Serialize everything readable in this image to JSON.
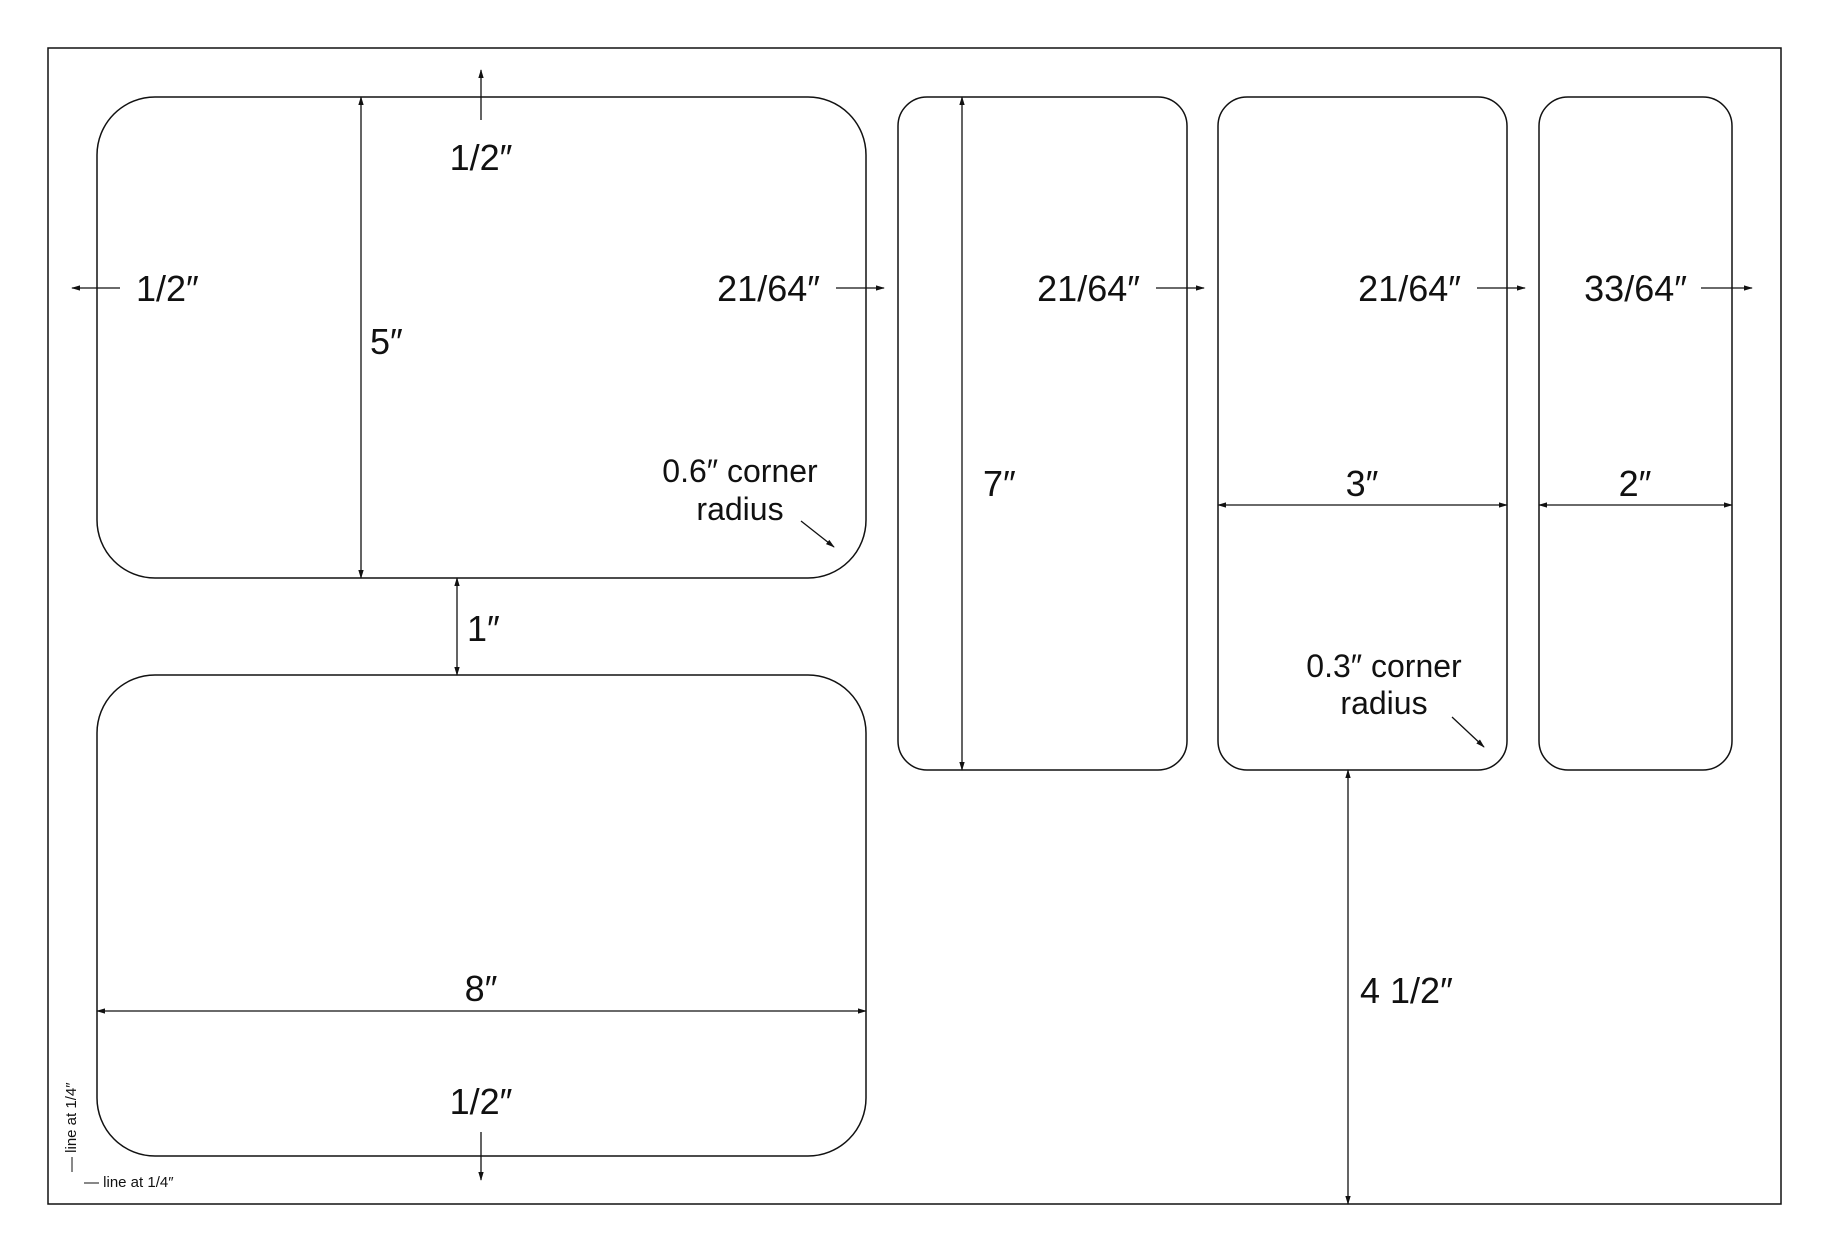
{
  "labels": {
    "top_margin": "1/2″",
    "left_margin": "1/2″",
    "gap_1": "21/64″",
    "gap_2": "21/64″",
    "gap_3": "21/64″",
    "right_margin": "33/64″",
    "label_a_height": "5″",
    "large_corner_line1": "0.6″ corner",
    "large_corner_line2": "radius",
    "vertical_gap": "1″",
    "label_b_width": "8″",
    "bottom_margin": "1/2″",
    "tall_label_height": "7″",
    "label_d_width": "3″",
    "label_e_width": "2″",
    "small_corner_line1": "0.3″ corner",
    "small_corner_line2": "radius",
    "lower_space": "4 1/2″",
    "guide_vertical": "— line at 1/4″",
    "guide_horizontal": "— line at 1/4″"
  },
  "colors": {
    "stroke": "#111111",
    "background": "#ffffff"
  }
}
